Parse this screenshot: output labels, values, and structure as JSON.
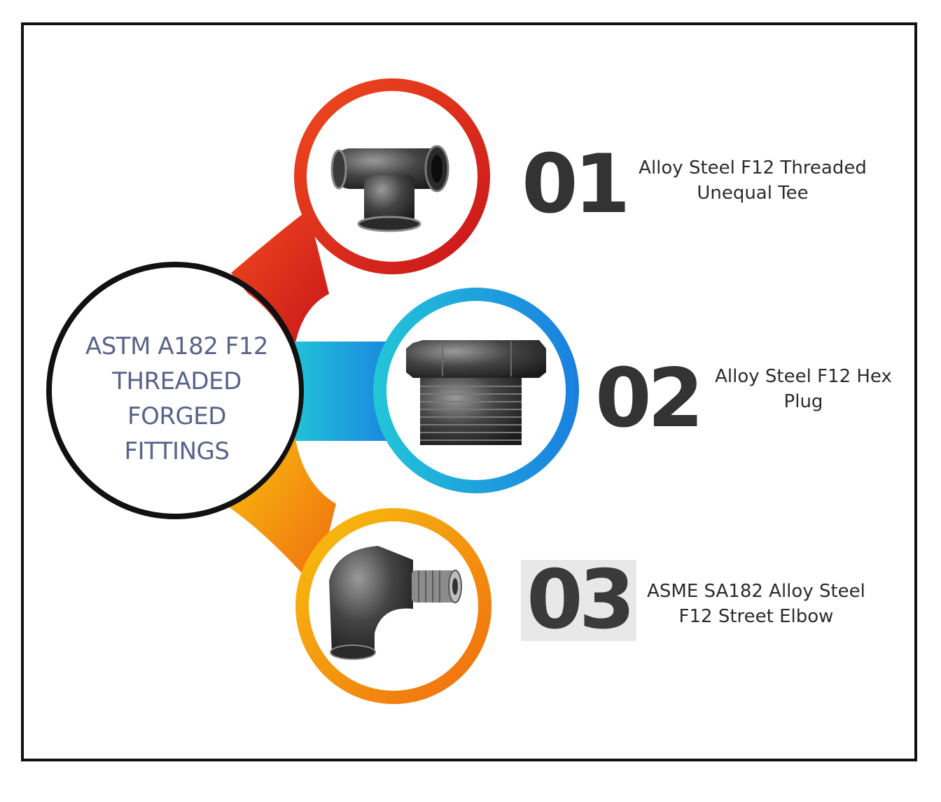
{
  "hub": {
    "lines": [
      "ASTM A182 F12",
      "THREADED",
      "FORGED",
      "FITTINGS"
    ]
  },
  "items": [
    {
      "number": "01",
      "lines": [
        "Alloy Steel F12 Threaded",
        "Unequal Tee"
      ],
      "icon": "threaded-tee-icon"
    },
    {
      "number": "02",
      "lines": [
        "Alloy Steel F12 Hex",
        "Plug"
      ],
      "icon": "hex-plug-icon"
    },
    {
      "number": "03",
      "lines": [
        "ASME SA182 Alloy Steel",
        "F12 Street Elbow"
      ],
      "icon": "street-elbow-icon"
    }
  ],
  "colors": {
    "red_ring": "#e2341a",
    "blue_ring": "#1ab8d8",
    "yellow_ring": "#f4a90c",
    "hub_ring": "#111111",
    "hub_text": "#5a6389",
    "number_text": "#333333"
  }
}
